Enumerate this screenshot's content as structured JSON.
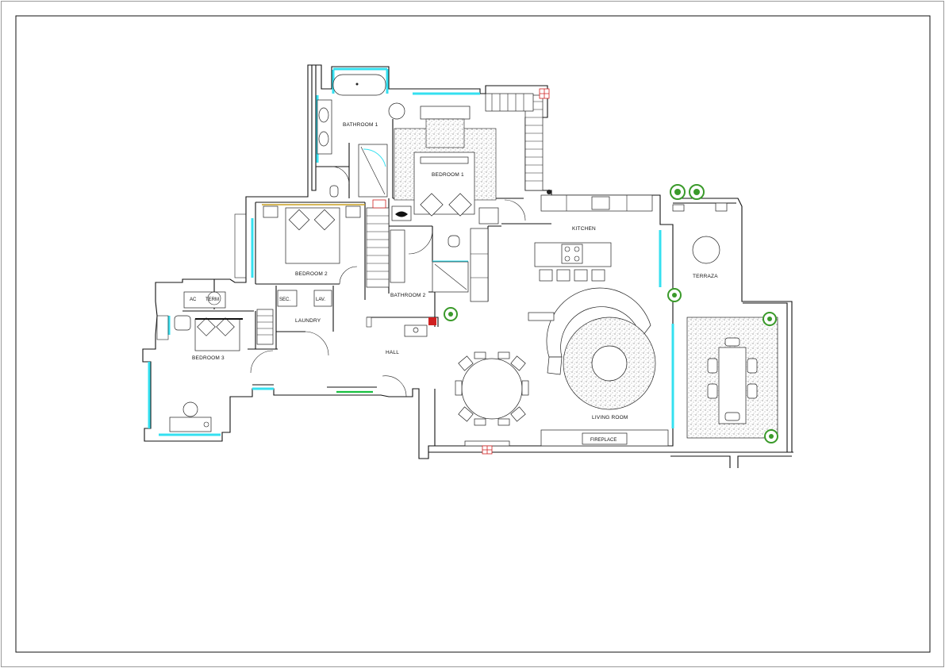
{
  "drawing": {
    "rooms": {
      "bathroom_1": "BATHROOM 1",
      "bedroom_1": "BEDROOM 1",
      "bedroom_2": "BEDROOM 2",
      "bedroom_3": "BEDROOM 3",
      "bathroom_2": "BATHROOM 2",
      "laundry": "LAUNDRY",
      "hall": "HALL",
      "kitchen": "KITCHEN",
      "living_room": "LIVING ROOM",
      "terraza": "TERRAZA",
      "fireplace": "FIREPLACE"
    },
    "tags": {
      "ac": "AC",
      "term": "TERM",
      "sec": "SEC.",
      "lav": "LAV."
    },
    "colors": {
      "window": "#35e0f0",
      "wall": "#111111",
      "plant": "#3a9a2a",
      "pattern": "#777777",
      "accent_green": "#18c040",
      "accent_red": "#d02020"
    }
  }
}
